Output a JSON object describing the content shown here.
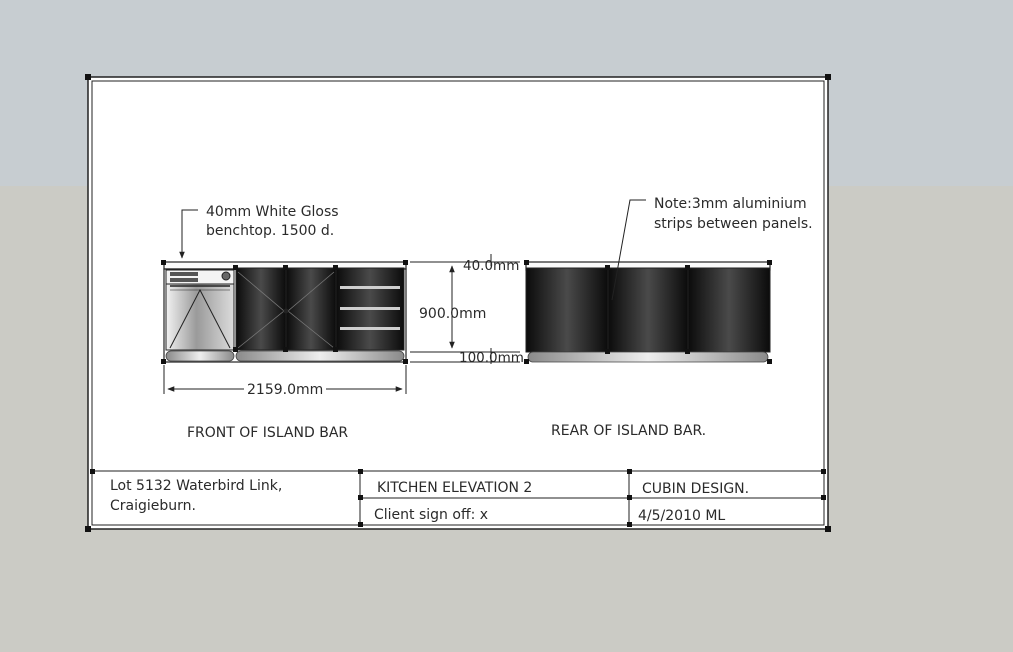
{
  "drawing": {
    "front_note": [
      "40mm White Gloss",
      "benchtop. 1500 d."
    ],
    "rear_note": [
      "Note:3mm aluminium",
      "strips between panels."
    ],
    "dim_top": "40.0mm",
    "dim_height": "900.0mm",
    "dim_bottom": "100.0mm",
    "dim_width": "2159.0mm",
    "front_caption": "FRONT OF ISLAND BAR",
    "rear_caption": "REAR OF ISLAND BAR."
  },
  "title_block": {
    "address_line1": "Lot 5132 Waterbird Link,",
    "address_line2": "Craigieburn.",
    "drawing_title": "KITCHEN ELEVATION 2",
    "client_signoff": "Client sign off: x",
    "company": "CUBIN DESIGN.",
    "date_initials": "4/5/2010  ML"
  },
  "colors": {
    "sky": "#c7cdd1",
    "ground": "#cbcbc5",
    "paper": "#ffffff",
    "line": "#222222"
  }
}
